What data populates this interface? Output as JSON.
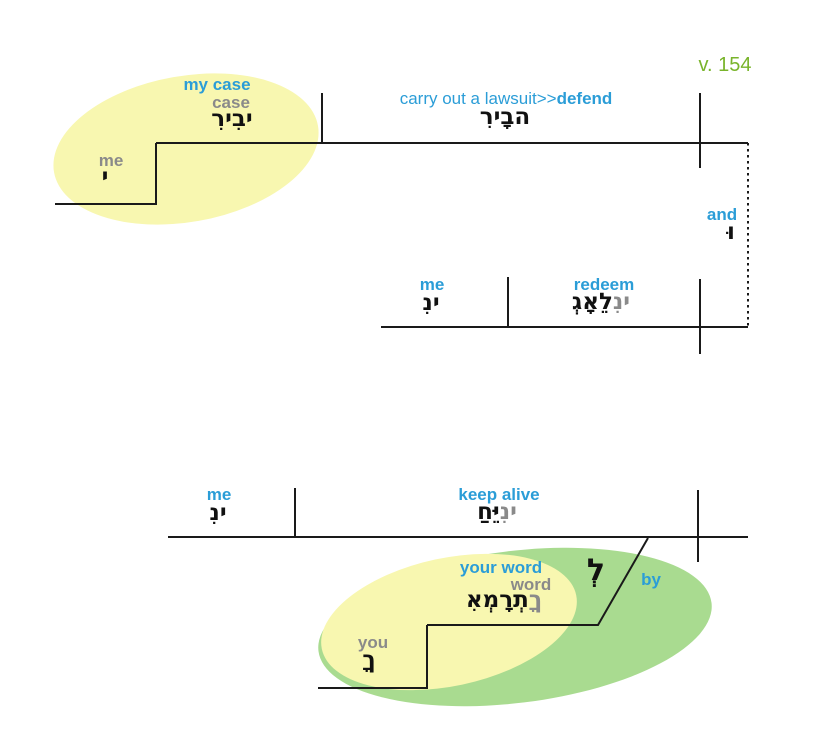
{
  "verse_label": "v. 154",
  "colors": {
    "blue": "#2B9DD7",
    "gray": "#8A8A8A",
    "olive": "#79B42B",
    "yellow_highlight": "#F8F7B0",
    "green_highlight": "#A9DB90",
    "line": "#1A1A1A"
  },
  "clause1": {
    "subject": {
      "gloss_full": "my case",
      "gloss_word": "case",
      "hebrew": "רִיבִי",
      "suffix_gloss": "me",
      "suffix_hebrew": "י"
    },
    "predicate": {
      "gloss_plain": "carry out a lawsuit>>",
      "gloss_bold": "defend",
      "hebrew": "רִיבָה"
    }
  },
  "conjunction": {
    "gloss": "and",
    "hebrew": "וּ"
  },
  "clause2": {
    "object": {
      "gloss": "me",
      "hebrew": "נִי"
    },
    "predicate": {
      "gloss": "redeem",
      "hebrew_main": "גְאָלֵ",
      "hebrew_suffix": "נִי"
    }
  },
  "clause3": {
    "object": {
      "gloss": "me",
      "hebrew": "נִי"
    },
    "predicate": {
      "gloss": "keep alive",
      "hebrew_main": "חַיֵּ",
      "hebrew_suffix": "נִי"
    },
    "prep_phrase": {
      "preposition_hebrew": "לְ",
      "preposition_gloss": "by",
      "object_gloss_full": "your word",
      "object_gloss_word": "word",
      "object_hebrew_main": "אִמְרָתְ",
      "object_hebrew_suffix": "ךָ",
      "suffix_gloss": "you",
      "suffix_hebrew": "ךָ"
    }
  }
}
